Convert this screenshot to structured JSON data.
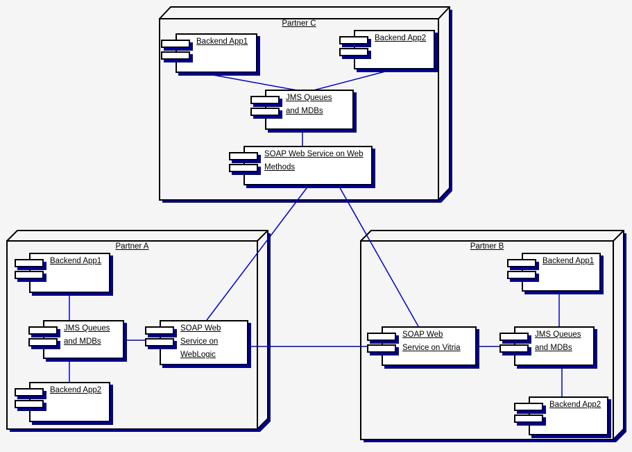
{
  "diagram": {
    "type": "uml-deployment-diagram",
    "background": "#f5f5f5",
    "colors": {
      "node_fill": "#f5f5f5",
      "component_fill": "#ffffff",
      "border": "#000000",
      "shadow": "#000099",
      "connector": "#0000cd",
      "text": "#000000"
    },
    "nodes": [
      {
        "id": "partner-c",
        "title": "Partner C",
        "components": [
          {
            "id": "c-backend-app1",
            "lines": [
              "Backend App1"
            ]
          },
          {
            "id": "c-backend-app2",
            "lines": [
              "Backend App2"
            ]
          },
          {
            "id": "c-jms",
            "lines": [
              "JMS Queues",
              "and MDBs"
            ]
          },
          {
            "id": "c-soap",
            "lines": [
              "SOAP Web Service on Web",
              "Methods"
            ]
          }
        ]
      },
      {
        "id": "partner-a",
        "title": "Partner A",
        "components": [
          {
            "id": "a-backend-app1",
            "lines": [
              "Backend App1"
            ]
          },
          {
            "id": "a-jms",
            "lines": [
              "JMS Queues",
              "and MDBs"
            ]
          },
          {
            "id": "a-backend-app2",
            "lines": [
              "Backend App2"
            ]
          },
          {
            "id": "a-soap",
            "lines": [
              "SOAP Web",
              "Service on",
              "WebLogic"
            ]
          }
        ]
      },
      {
        "id": "partner-b",
        "title": "Partner B",
        "components": [
          {
            "id": "b-backend-app1",
            "lines": [
              "Backend App1"
            ]
          },
          {
            "id": "b-jms",
            "lines": [
              "JMS Queues",
              "and MDBs"
            ]
          },
          {
            "id": "b-backend-app2",
            "lines": [
              "Backend App2"
            ]
          },
          {
            "id": "b-soap",
            "lines": [
              "SOAP Web",
              "Service on Vitria"
            ]
          }
        ]
      }
    ],
    "connections": [
      {
        "from": "c-backend-app1",
        "to": "c-jms"
      },
      {
        "from": "c-backend-app2",
        "to": "c-jms"
      },
      {
        "from": "c-jms",
        "to": "c-soap"
      },
      {
        "from": "c-soap",
        "to": "a-soap"
      },
      {
        "from": "c-soap",
        "to": "b-soap"
      },
      {
        "from": "a-backend-app1",
        "to": "a-jms"
      },
      {
        "from": "a-jms",
        "to": "a-backend-app2"
      },
      {
        "from": "a-jms",
        "to": "a-soap"
      },
      {
        "from": "a-soap",
        "to": "b-soap"
      },
      {
        "from": "b-soap",
        "to": "b-jms"
      },
      {
        "from": "b-backend-app1",
        "to": "b-jms"
      },
      {
        "from": "b-jms",
        "to": "b-backend-app2"
      }
    ]
  }
}
